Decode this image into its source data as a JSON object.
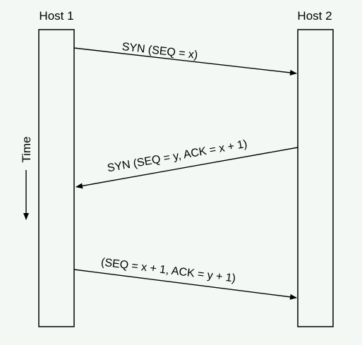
{
  "hosts": {
    "left": "Host 1",
    "right": "Host 2"
  },
  "time_axis": {
    "label": "Time",
    "direction": "down"
  },
  "messages": [
    {
      "label": "SYN (SEQ = x)",
      "from": "left",
      "to": "right"
    },
    {
      "label": "SYN (SEQ = y, ACK = x + 1)",
      "from": "right",
      "to": "left"
    },
    {
      "label": "(SEQ = x + 1, ACK = y + 1)",
      "from": "left",
      "to": "right"
    }
  ],
  "colors": {
    "background": "#f4f8f4",
    "ink": "#000000"
  }
}
